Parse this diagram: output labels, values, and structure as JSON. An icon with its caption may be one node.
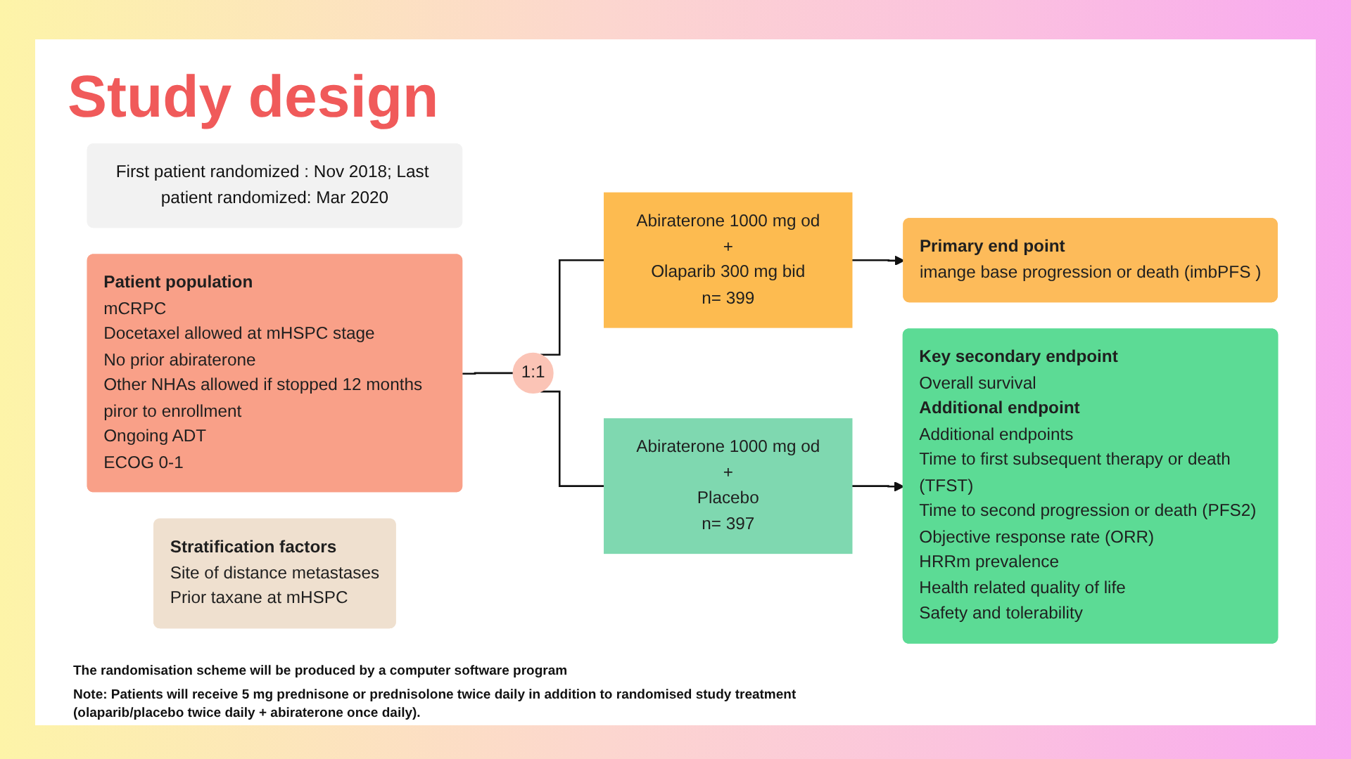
{
  "diagram": {
    "title": "Study design",
    "nodes": [
      {
        "text": [
          "First patient randomized : Nov 2018; Last patient randomized: Mar 2020"
        ]
      },
      {
        "text": [
          "Patient population",
          "mCRPC",
          "Docetaxel allowed at mHSPC stage",
          "No prior abiraterone",
          "Other NHAs allowed if stopped 12 months piror to enrollment",
          "Ongoing ADT",
          "ECOG 0-1"
        ]
      },
      {
        "text": [
          "Stratification factors",
          "Site of distance metastases",
          "Prior taxane at mHSPC"
        ]
      },
      {
        "text": [
          "1:1"
        ]
      },
      {
        "text": [
          "Abiraterone 1000 mg od",
          "+",
          "Olaparib 300 mg bid",
          "n= 399"
        ]
      },
      {
        "text": [
          "Abiraterone 1000 mg od",
          "+",
          "Placebo",
          "n= 397"
        ]
      },
      {
        "text": [
          "Primary end point",
          "imange base progression or death (imbPFS )"
        ]
      },
      {
        "text": [
          "Key secondary endpoint",
          "Overall survival",
          "Additional endpoint",
          "Additional endpoints",
          "Time to first subsequent therapy or death (TFST)",
          "Time to second progression or death (PFS2)",
          "Objective response rate (ORR)",
          "HRRm prevalence",
          "Health related quality of life",
          "Safety and tolerability"
        ]
      }
    ],
    "edges": [
      {
        "from": 1,
        "to": 3,
        "arrow": "none"
      },
      {
        "from": 3,
        "to": 4,
        "arrow": "none"
      },
      {
        "from": 3,
        "to": 5,
        "arrow": "none"
      },
      {
        "from": 4,
        "to": 6,
        "arrow": "to"
      },
      {
        "from": 5,
        "to": 7,
        "arrow": "to"
      }
    ],
    "labels": [
      "The randomisation scheme will be produced by a computer software program",
      "Note: Patients will receive 5 mg prednisone or prednisolone twice daily in addition to randomised study treatment (olaparib/placebo twice daily + abiraterone once daily)."
    ]
  }
}
